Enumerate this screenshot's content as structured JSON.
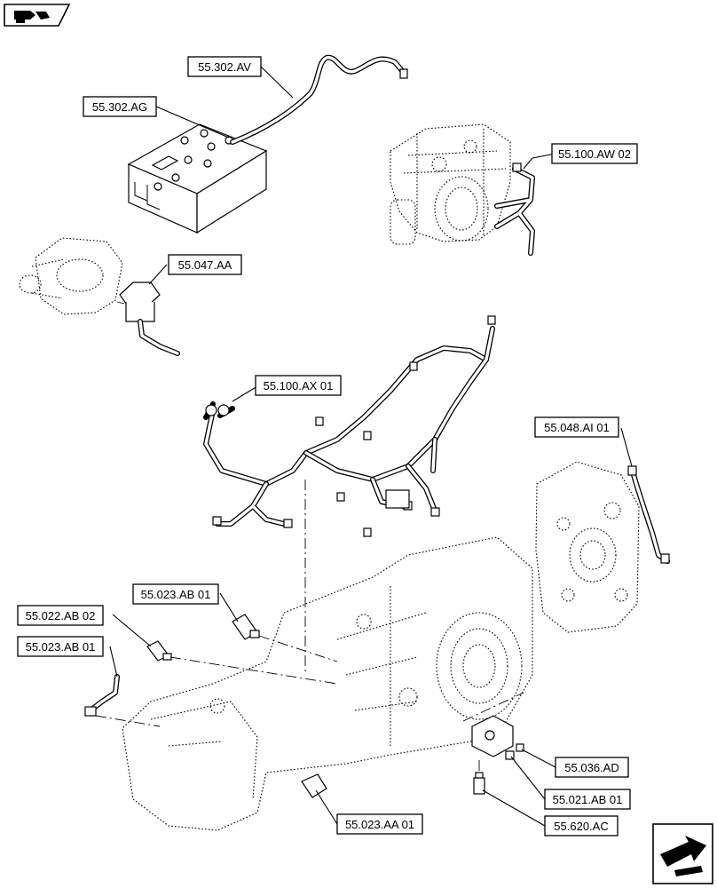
{
  "labels": {
    "av": "55.302.AV",
    "ag": "55.302.AG",
    "aw": "55.100.AW 02",
    "aa047": "55.047.AA",
    "ax": "55.100.AX 01",
    "ai": "55.048.AI 01",
    "ab023a": "55.023.AB 01",
    "ab022": "55.022.AB 02",
    "ab023b": "55.023.AB 01",
    "ad036": "55.036.AD",
    "ab021": "55.021.AB 01",
    "ac620": "55.620.AC",
    "aa023": "55.023.AA 01"
  }
}
